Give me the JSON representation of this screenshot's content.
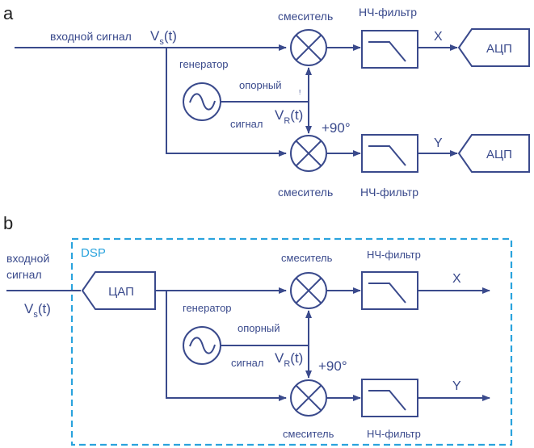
{
  "panel_a": {
    "label": "a",
    "input_label": "входной сигнал",
    "input_symbol": "V",
    "input_sub": "s",
    "input_suffix": "(t)",
    "oscillator_line1": "генератор",
    "oscillator_line2": "опорный",
    "oscillator_line3": "сигнал",
    "ref_symbol": "V",
    "ref_sub": "R",
    "ref_suffix": "(t)",
    "phase_shift": "+90°",
    "mixer_top": "смеситель",
    "mixer_bottom": "смеситель",
    "filter_top": "НЧ-фильтр",
    "filter_bottom": "НЧ-фильтр",
    "out_x": "X",
    "out_y": "Y",
    "adc_top": "АЦП",
    "adc_bottom": "АЦП",
    "tick": "!"
  },
  "panel_b": {
    "label": "b",
    "dsp_label": "DSP",
    "input_line1": "входной",
    "input_line2": "сигнал",
    "input_symbol": "V",
    "input_sub": "s",
    "input_suffix": "(t)",
    "dac": "ЦАП",
    "oscillator_line1": "генератор",
    "oscillator_line2": "опорный",
    "oscillator_line3": "сигнал",
    "ref_symbol": "V",
    "ref_sub": "R",
    "ref_suffix": "(t)",
    "phase_shift": "+90°",
    "mixer_top": "смеситель",
    "mixer_bottom": "смеситель",
    "filter_top": "НЧ-фильтр",
    "filter_bottom": "НЧ-фильтр",
    "out_x": "X",
    "out_y": "Y"
  },
  "colors": {
    "line": "#3a4a8c",
    "dsp_border": "#2aa3dd",
    "dsp_text": "#2aa3dd"
  }
}
